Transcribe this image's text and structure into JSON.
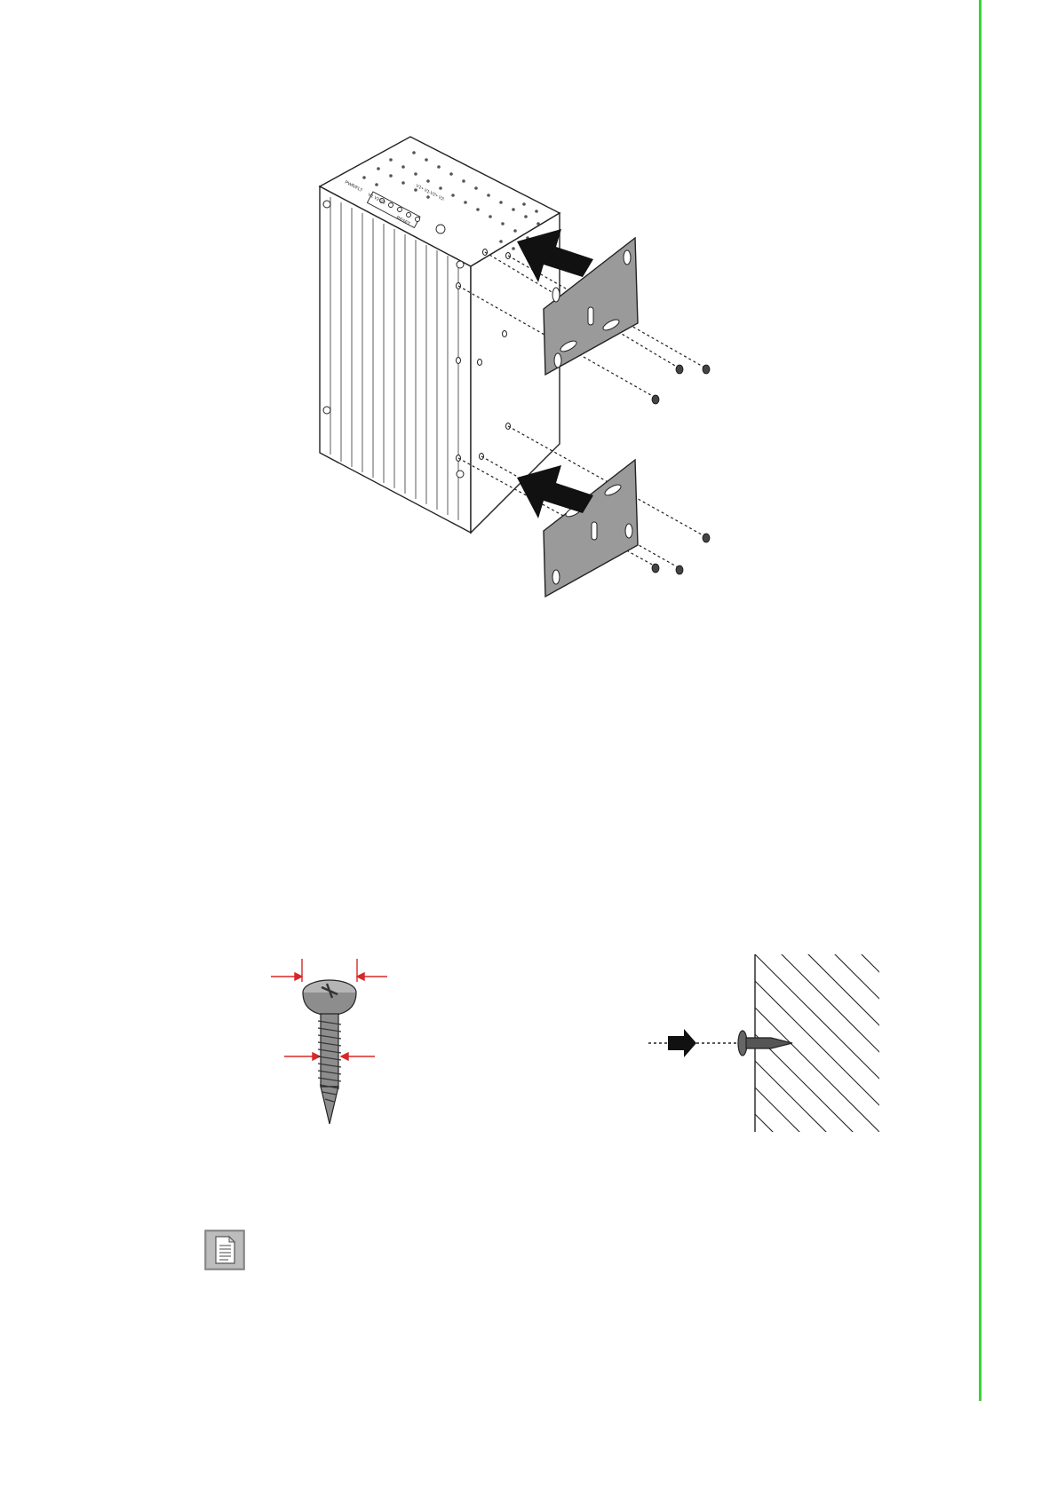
{
  "page": {
    "accent_color": "#39d33a",
    "background_color": "#ffffff"
  },
  "figure_main": {
    "icon": "din-rail-switch-wall-mount-brackets",
    "panel_labels": [
      "PWR/FLT",
      "V1 V2 V3",
      "RESET",
      "V1+ V1-",
      "V2+ V2-"
    ]
  },
  "figure_screw": {
    "icon": "pan-head-screw-dimensions"
  },
  "figure_wall": {
    "icon": "screw-into-wall"
  },
  "note": {
    "icon": "note-document-icon"
  }
}
